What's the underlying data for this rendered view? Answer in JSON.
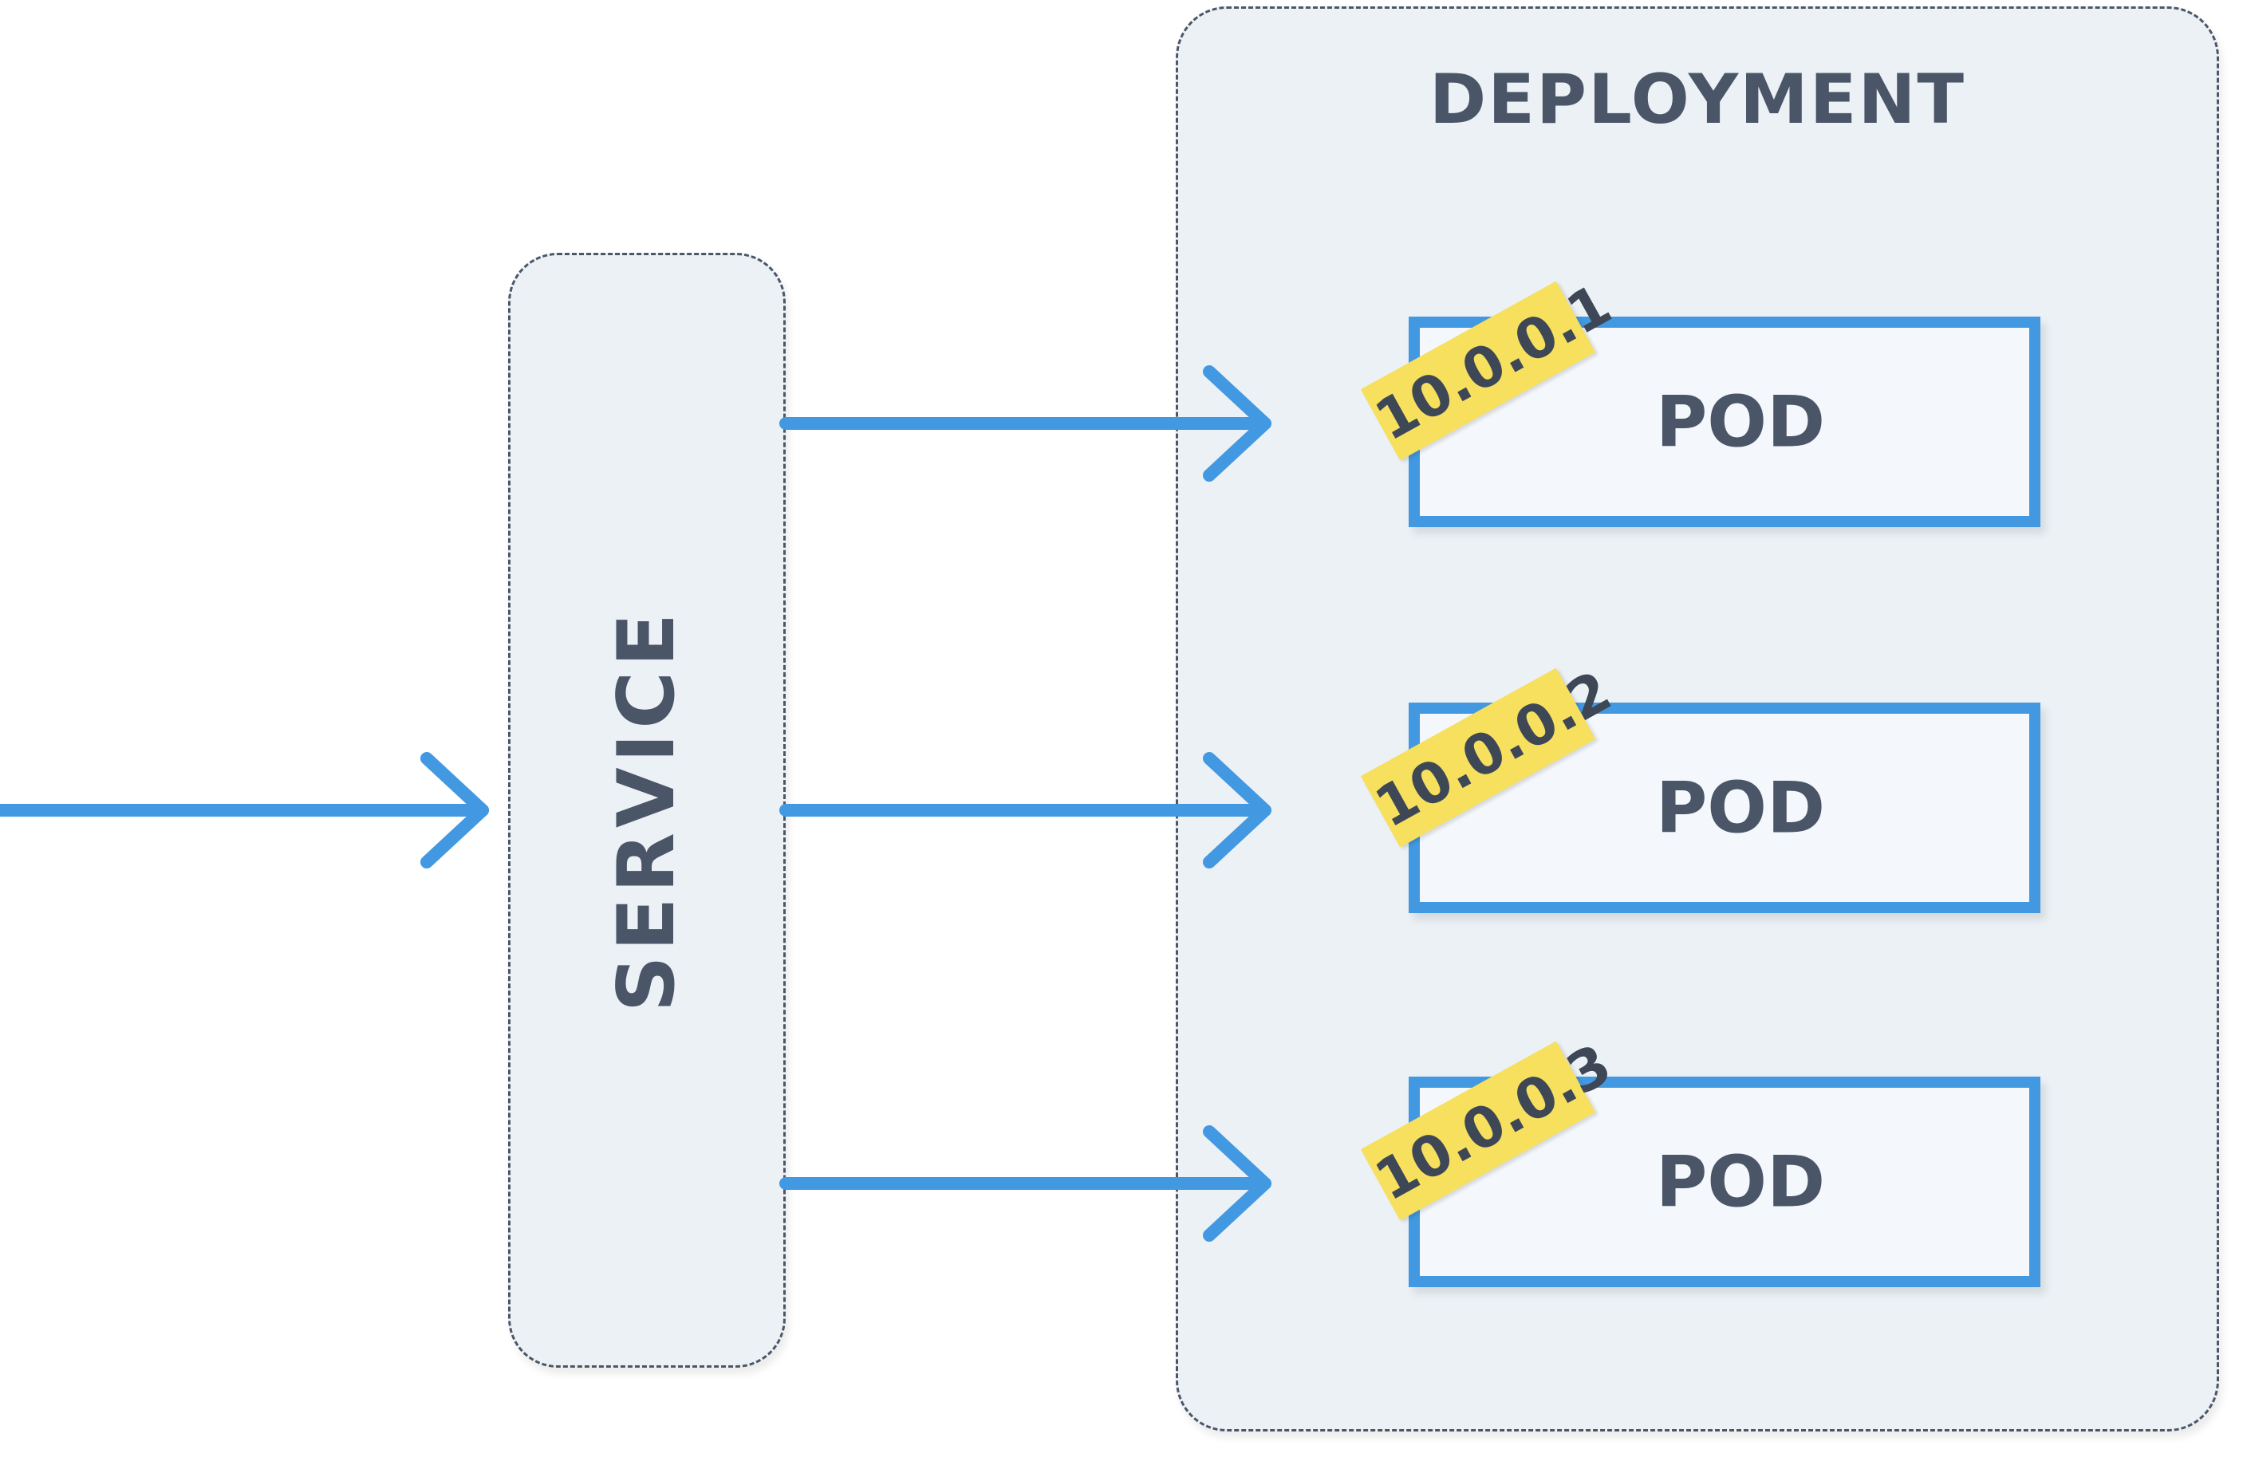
{
  "deployment": {
    "title": "DEPLOYMENT"
  },
  "service": {
    "label": "SERVICE"
  },
  "pods": [
    {
      "label": "POD",
      "ip": "10.0.0.1"
    },
    {
      "label": "POD",
      "ip": "10.0.0.2"
    },
    {
      "label": "POD",
      "ip": "10.0.0.3"
    }
  ],
  "colors": {
    "arrow": "#4299e1",
    "pod_border": "#4299e1",
    "ip_tag": "#f6e05e",
    "group_fill": "#ecf1f6",
    "text": "#4a5568"
  }
}
